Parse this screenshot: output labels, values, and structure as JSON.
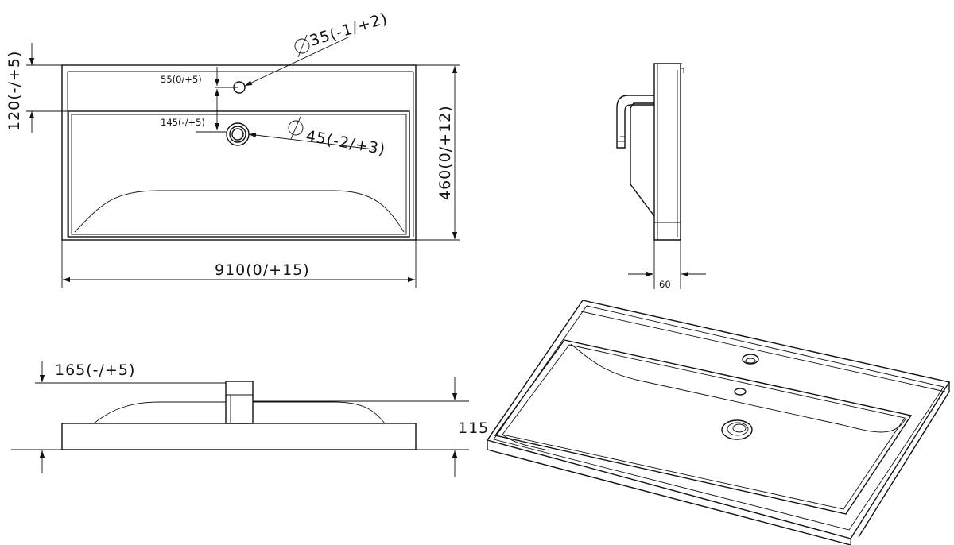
{
  "top_view": {
    "hole_diameter": "35(-1/+2)",
    "hole_offset": "55(0/+5)",
    "drain_offset": "145(-/+5)",
    "drain_diameter": "45(-2/+3)",
    "deck_depth": "120(-/+5)",
    "depth": "460(0/+12)",
    "width": "910(0/+15)"
  },
  "side_view": {
    "thickness": "60"
  },
  "front_view": {
    "total_height": "165(-/+5)",
    "body_height": "115"
  },
  "symbols": {
    "diameter": "diameter-symbol"
  },
  "colors": {
    "line": "#111111",
    "background": "#ffffff"
  }
}
